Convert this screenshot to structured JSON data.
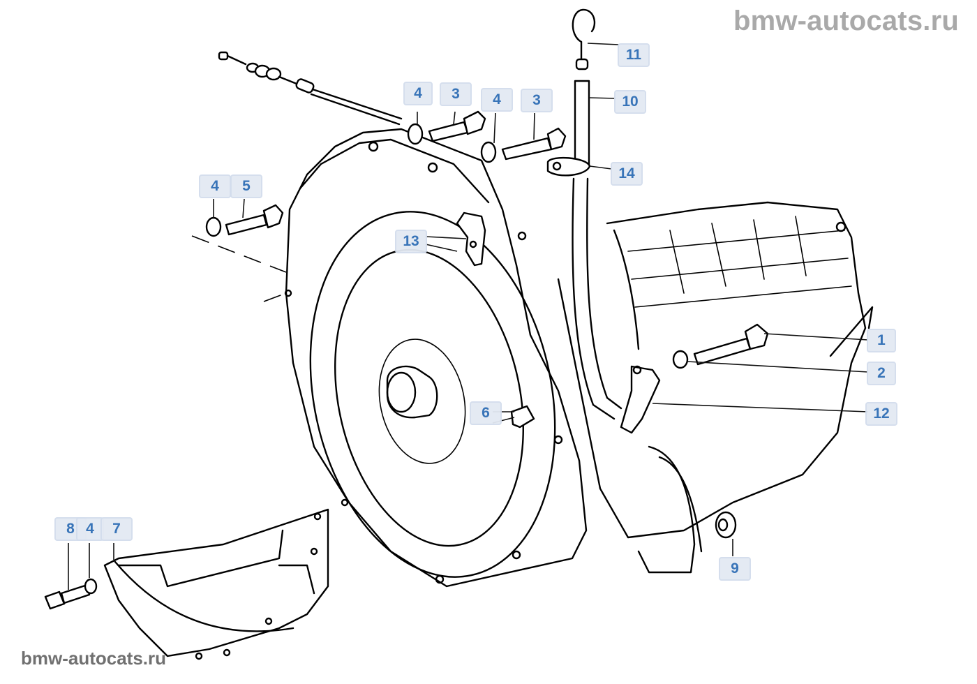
{
  "watermark": {
    "top": "bmw-autocats.ru",
    "bottom": "bmw-autocats.ru"
  },
  "diagram": {
    "subject": "automatic transmission assembly exploded view",
    "callouts": [
      {
        "id": "c1",
        "label": "1",
        "part": "hex bolt"
      },
      {
        "id": "c2",
        "label": "2",
        "part": "washer"
      },
      {
        "id": "c3a",
        "label": "3",
        "part": "hex bolt"
      },
      {
        "id": "c3b",
        "label": "3",
        "part": "hex bolt"
      },
      {
        "id": "c4a",
        "label": "4",
        "part": "washer"
      },
      {
        "id": "c4b",
        "label": "4",
        "part": "washer"
      },
      {
        "id": "c4c",
        "label": "4",
        "part": "washer"
      },
      {
        "id": "c4d",
        "label": "4",
        "part": "washer"
      },
      {
        "id": "c5",
        "label": "5",
        "part": "hex bolt"
      },
      {
        "id": "c6",
        "label": "6",
        "part": "dowel sleeve"
      },
      {
        "id": "c7",
        "label": "7",
        "part": "cover plate"
      },
      {
        "id": "c8",
        "label": "8",
        "part": "hex bolt"
      },
      {
        "id": "c9",
        "label": "9",
        "part": "hex nut"
      },
      {
        "id": "c10",
        "label": "10",
        "part": "oil filler tube"
      },
      {
        "id": "c11",
        "label": "11",
        "part": "oil dipstick"
      },
      {
        "id": "c12",
        "label": "12",
        "part": "holder"
      },
      {
        "id": "c13",
        "label": "13",
        "part": "bracket"
      },
      {
        "id": "c14",
        "label": "14",
        "part": "clamp"
      }
    ]
  }
}
